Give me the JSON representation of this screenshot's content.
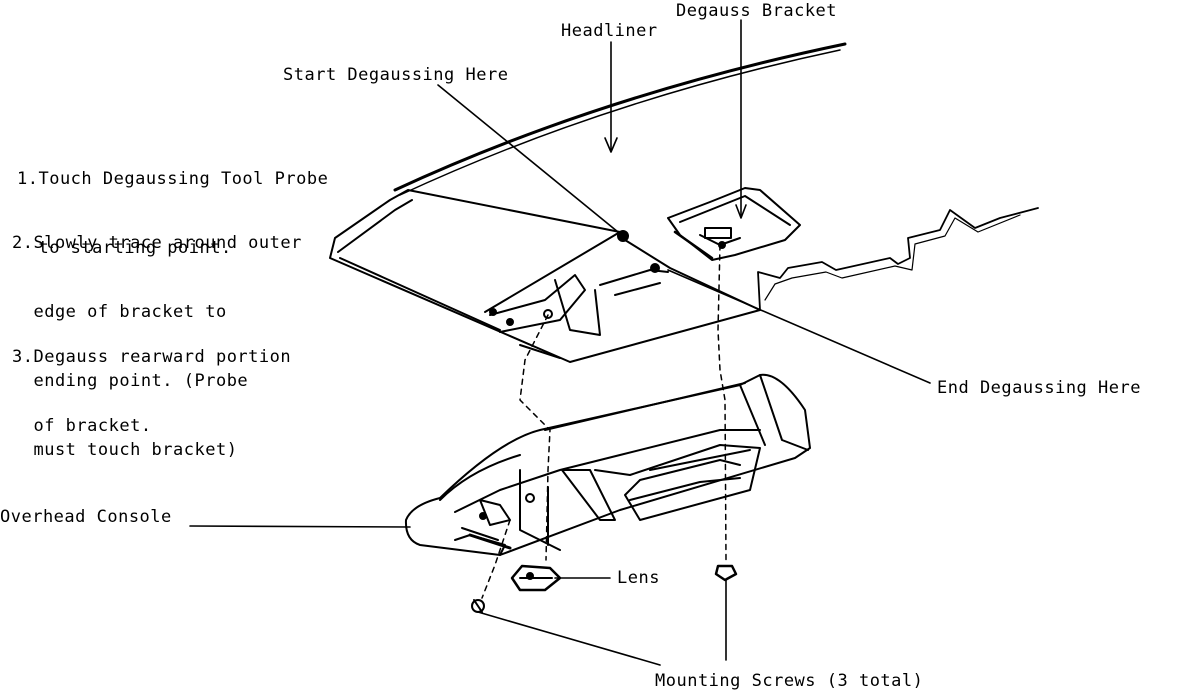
{
  "labels": {
    "degauss_bracket": "Degauss Bracket",
    "headliner": "Headliner",
    "start_degaussing": "Start Degaussing Here",
    "end_degaussing": "End Degaussing Here",
    "overhead_console": "Overhead Console",
    "lens": "Lens",
    "mounting_screws": "Mounting Screws (3 total)"
  },
  "instructions": [
    {
      "lines": [
        "1.Touch Degaussing Tool Probe",
        "  to starting point."
      ]
    },
    {
      "lines": [
        "2.Slowly trace around outer",
        "  edge of bracket to",
        "  ending point. (Probe",
        "  must touch bracket)"
      ]
    },
    {
      "lines": [
        "3.Degauss rearward portion",
        "  of bracket."
      ]
    }
  ]
}
